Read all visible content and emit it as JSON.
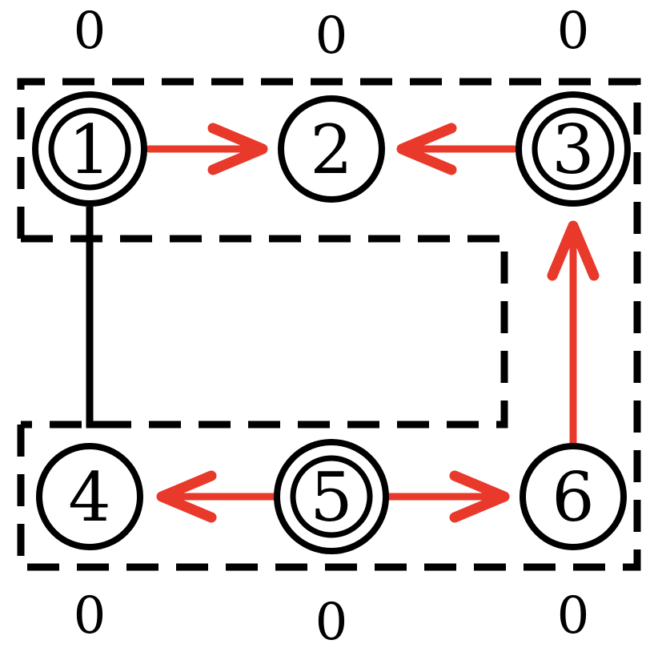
{
  "colors": {
    "edge_directed": "#e8392b",
    "edge_undirected": "#000000",
    "node_stroke": "#000000",
    "group_boundary": "#000000"
  },
  "nodes": [
    {
      "id": "n1",
      "label": "1",
      "double_ring": true
    },
    {
      "id": "n2",
      "label": "2",
      "double_ring": false
    },
    {
      "id": "n3",
      "label": "3",
      "double_ring": true
    },
    {
      "id": "n4",
      "label": "4",
      "double_ring": false
    },
    {
      "id": "n5",
      "label": "5",
      "double_ring": true
    },
    {
      "id": "n6",
      "label": "6",
      "double_ring": false
    }
  ],
  "edges": [
    {
      "from": "1",
      "to": "2",
      "directed": true
    },
    {
      "from": "3",
      "to": "2",
      "directed": true
    },
    {
      "from": "5",
      "to": "4",
      "directed": true
    },
    {
      "from": "5",
      "to": "6",
      "directed": true
    },
    {
      "from": "6",
      "to": "3",
      "directed": true
    },
    {
      "from": "1",
      "to": "4",
      "directed": false
    }
  ],
  "values": {
    "top": [
      "0",
      "0",
      "0"
    ],
    "bottom": [
      "0",
      "0",
      "0"
    ]
  },
  "groups": [
    {
      "name": "top-group",
      "members": [
        "1",
        "2",
        "3"
      ]
    },
    {
      "name": "right-bottom-group",
      "members": [
        "3",
        "4",
        "5",
        "6"
      ]
    }
  ]
}
